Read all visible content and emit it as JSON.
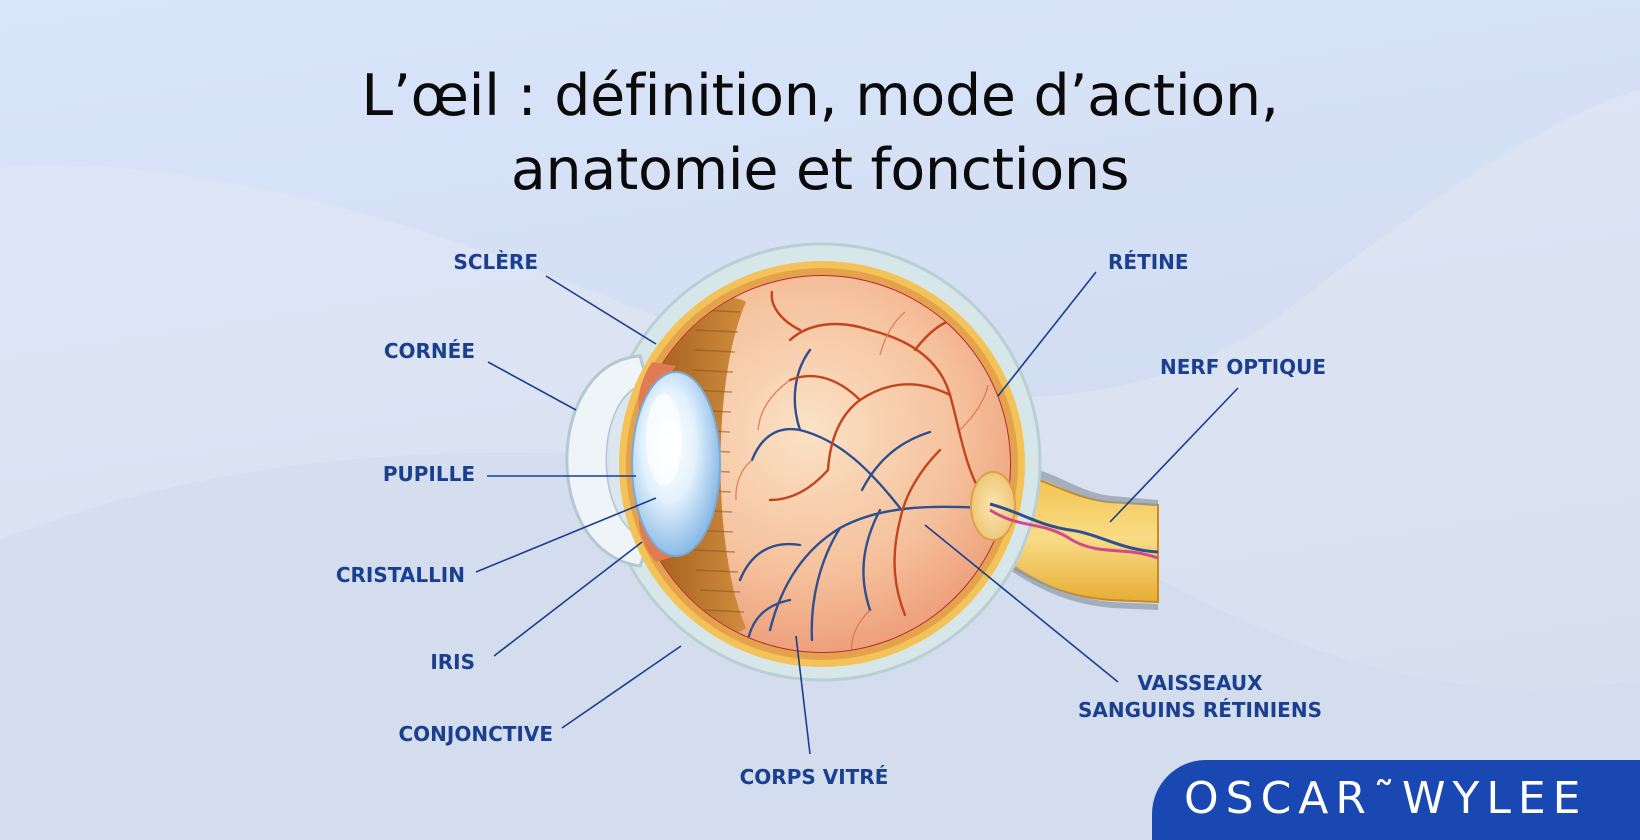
{
  "title": {
    "line1": "L’œil : définition, mode d’action,",
    "line2": "anatomie et fonctions"
  },
  "labels": {
    "sclere": "SCLÈRE",
    "cornee": "CORNÉE",
    "pupille": "PUPILLE",
    "cristallin": "CRISTALLIN",
    "iris": "IRIS",
    "conjonctive": "CONJONCTIVE",
    "corps_vitre": "CORPS VITRÉ",
    "retine": "RÉTINE",
    "nerf_optique": "NERF OPTIQUE",
    "vaisseaux_line1": "VAISSEAUX",
    "vaisseaux_line2": "SANGUINS RÉTINIENS"
  },
  "logo": {
    "left": "OSCAR",
    "right": "WYLEE"
  },
  "colors": {
    "background": "#d6e2f4",
    "label": "#1a3f8f",
    "leader": "#1a3f8f",
    "logo_bg": "#1948b3",
    "title": "#0a0a0a"
  }
}
